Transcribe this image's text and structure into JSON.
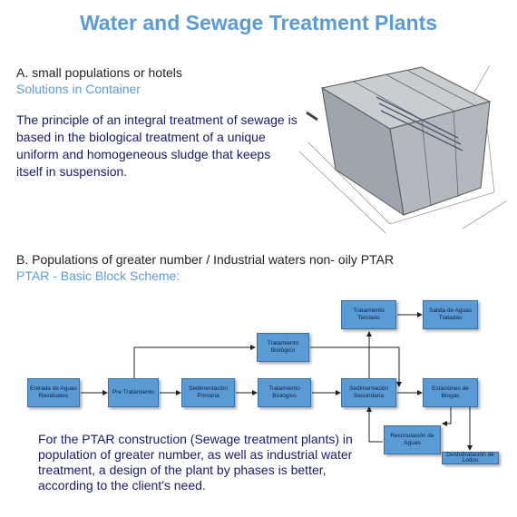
{
  "title": "Water and Sewage Treatment Plants",
  "section_a": {
    "heading": "A. small populations or hotels",
    "subheading": "Solutions in Container",
    "principle": "The principle of an integral treatment of sewage is based in the biological treatment of a unique uniform and homogeneous sludge that keeps itself in suspension."
  },
  "section_b": {
    "heading": "B. Populations of greater number / Industrial waters non- oily PTAR",
    "subheading": "PTAR - Basic Block Scheme:",
    "diagram": {
      "entrada": "Entrada de Aguas Residuales",
      "pre": "Pre Tratamiento",
      "sed_primaria": "Sedimentación Primaria",
      "trat_bio_top": "Tratamiento Biológico",
      "trat_bio_mid": "Tratamiento Biológico",
      "sed_secundaria": "Sedimentación Secundaria",
      "trat_terciario": "Tratamiento Terciario",
      "salida": "Salida de Aguas Tratadas",
      "estaciones": "Estaciones de Biogás",
      "recirculacion": "Recirculación de Aguas",
      "deshidratacion": "Deshidratación de Lodos"
    },
    "description": "For the PTAR construction (Sewage treatment plants) in population of greater number, as well as industrial water treatment, a design of the plant by phases is better, according to the client's need."
  }
}
